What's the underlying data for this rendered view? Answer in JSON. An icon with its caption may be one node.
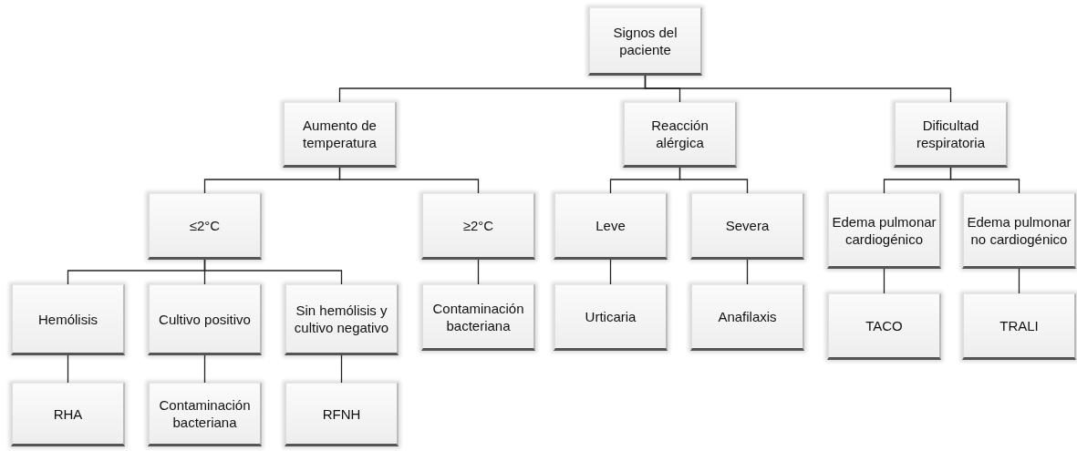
{
  "diagram": {
    "nodes": [
      {
        "text": [
          "Signos del paciente"
        ]
      },
      {
        "text": [
          "Aumento de temperatura"
        ]
      },
      {
        "text": [
          "Reacción alérgica"
        ]
      },
      {
        "text": [
          "Dificultad respiratoria"
        ]
      },
      {
        "text": [
          "≤2°C"
        ]
      },
      {
        "text": [
          "≥2°C"
        ]
      },
      {
        "text": [
          "Leve"
        ]
      },
      {
        "text": [
          "Severa"
        ]
      },
      {
        "text": [
          "Edema pulmonar cardiogénico"
        ]
      },
      {
        "text": [
          "Edema pulmonar no cardiogénico"
        ]
      },
      {
        "text": [
          "Hemólisis"
        ]
      },
      {
        "text": [
          "Cultivo positivo"
        ]
      },
      {
        "text": [
          "Sin hemólisis y cultivo negativo"
        ]
      },
      {
        "text": [
          "Contaminación bacteriana"
        ]
      },
      {
        "text": [
          "RHA"
        ]
      },
      {
        "text": [
          "Contaminación bacteriana"
        ]
      },
      {
        "text": [
          "RFNH"
        ]
      },
      {
        "text": [
          "Urticaria"
        ]
      },
      {
        "text": [
          "Anafilaxis"
        ]
      },
      {
        "text": [
          "TACO"
        ]
      },
      {
        "text": [
          "TRALI"
        ]
      }
    ],
    "edges": [
      {
        "from": 0,
        "to": 1,
        "arrow": "none"
      },
      {
        "from": 0,
        "to": 2,
        "arrow": "none"
      },
      {
        "from": 0,
        "to": 3,
        "arrow": "none"
      },
      {
        "from": 1,
        "to": 4,
        "arrow": "none"
      },
      {
        "from": 1,
        "to": 5,
        "arrow": "none"
      },
      {
        "from": 2,
        "to": 6,
        "arrow": "none"
      },
      {
        "from": 2,
        "to": 7,
        "arrow": "none"
      },
      {
        "from": 3,
        "to": 8,
        "arrow": "none"
      },
      {
        "from": 3,
        "to": 9,
        "arrow": "none"
      },
      {
        "from": 4,
        "to": 10,
        "arrow": "none"
      },
      {
        "from": 4,
        "to": 11,
        "arrow": "none"
      },
      {
        "from": 4,
        "to": 12,
        "arrow": "none"
      },
      {
        "from": 5,
        "to": 13,
        "arrow": "none"
      },
      {
        "from": 10,
        "to": 14,
        "arrow": "none"
      },
      {
        "from": 11,
        "to": 15,
        "arrow": "none"
      },
      {
        "from": 12,
        "to": 16,
        "arrow": "none"
      },
      {
        "from": 6,
        "to": 17,
        "arrow": "none"
      },
      {
        "from": 7,
        "to": 18,
        "arrow": "none"
      },
      {
        "from": 8,
        "to": 19,
        "arrow": "none"
      },
      {
        "from": 9,
        "to": 20,
        "arrow": "none"
      }
    ]
  }
}
